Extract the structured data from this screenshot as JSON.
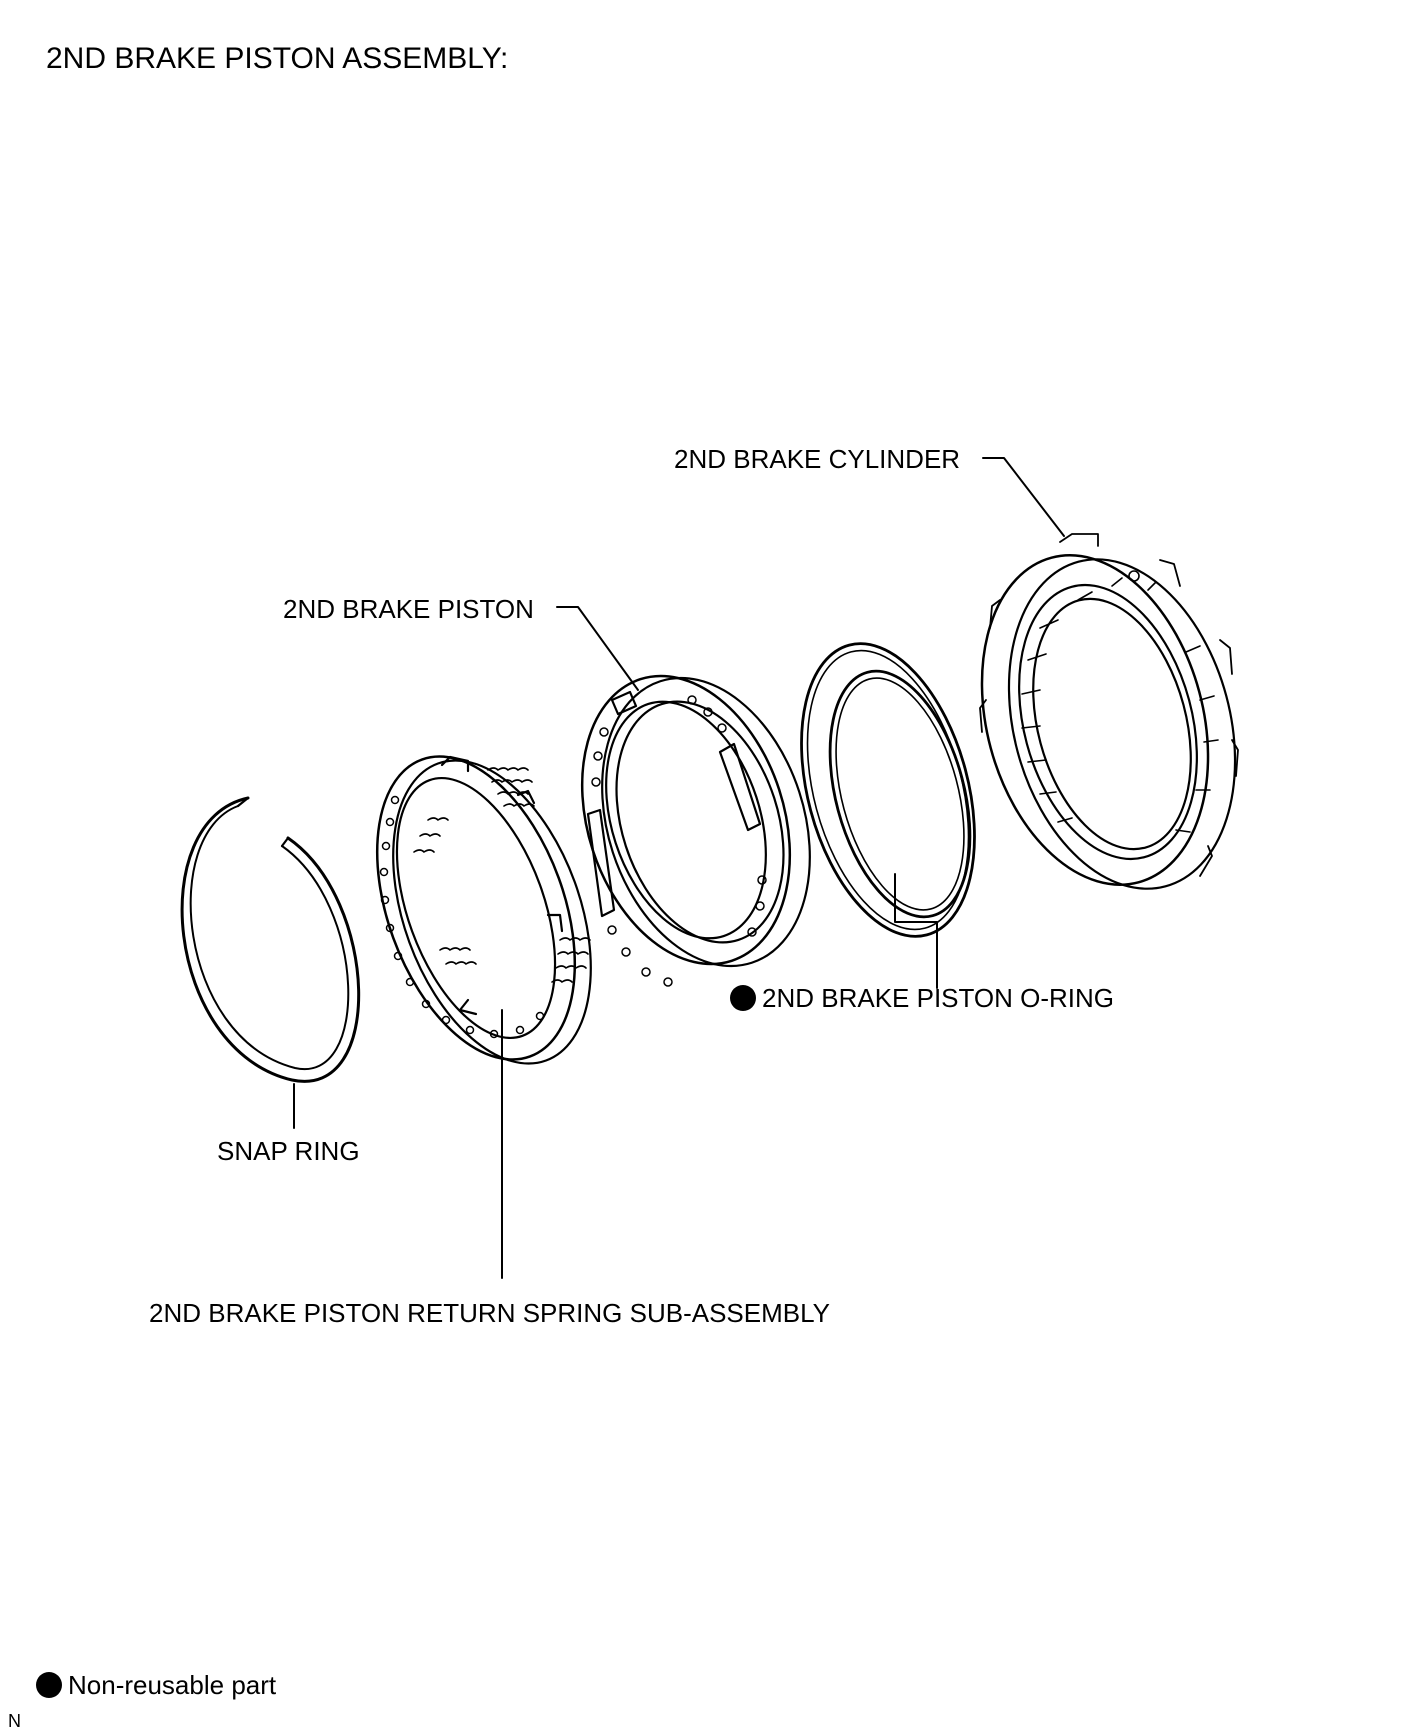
{
  "title": "2ND BRAKE PISTON ASSEMBLY:",
  "labels": {
    "cylinder": "2ND BRAKE CYLINDER",
    "piston": "2ND BRAKE PISTON",
    "oring": "2ND BRAKE PISTON O-RING",
    "snap_ring": "SNAP RING",
    "return_spring": "2ND BRAKE PISTON RETURN SPRING SUB-ASSEMBLY"
  },
  "legend": {
    "text": "Non-reusable part"
  },
  "corner_code": "N",
  "non_reusable_parts": [
    "oring"
  ]
}
